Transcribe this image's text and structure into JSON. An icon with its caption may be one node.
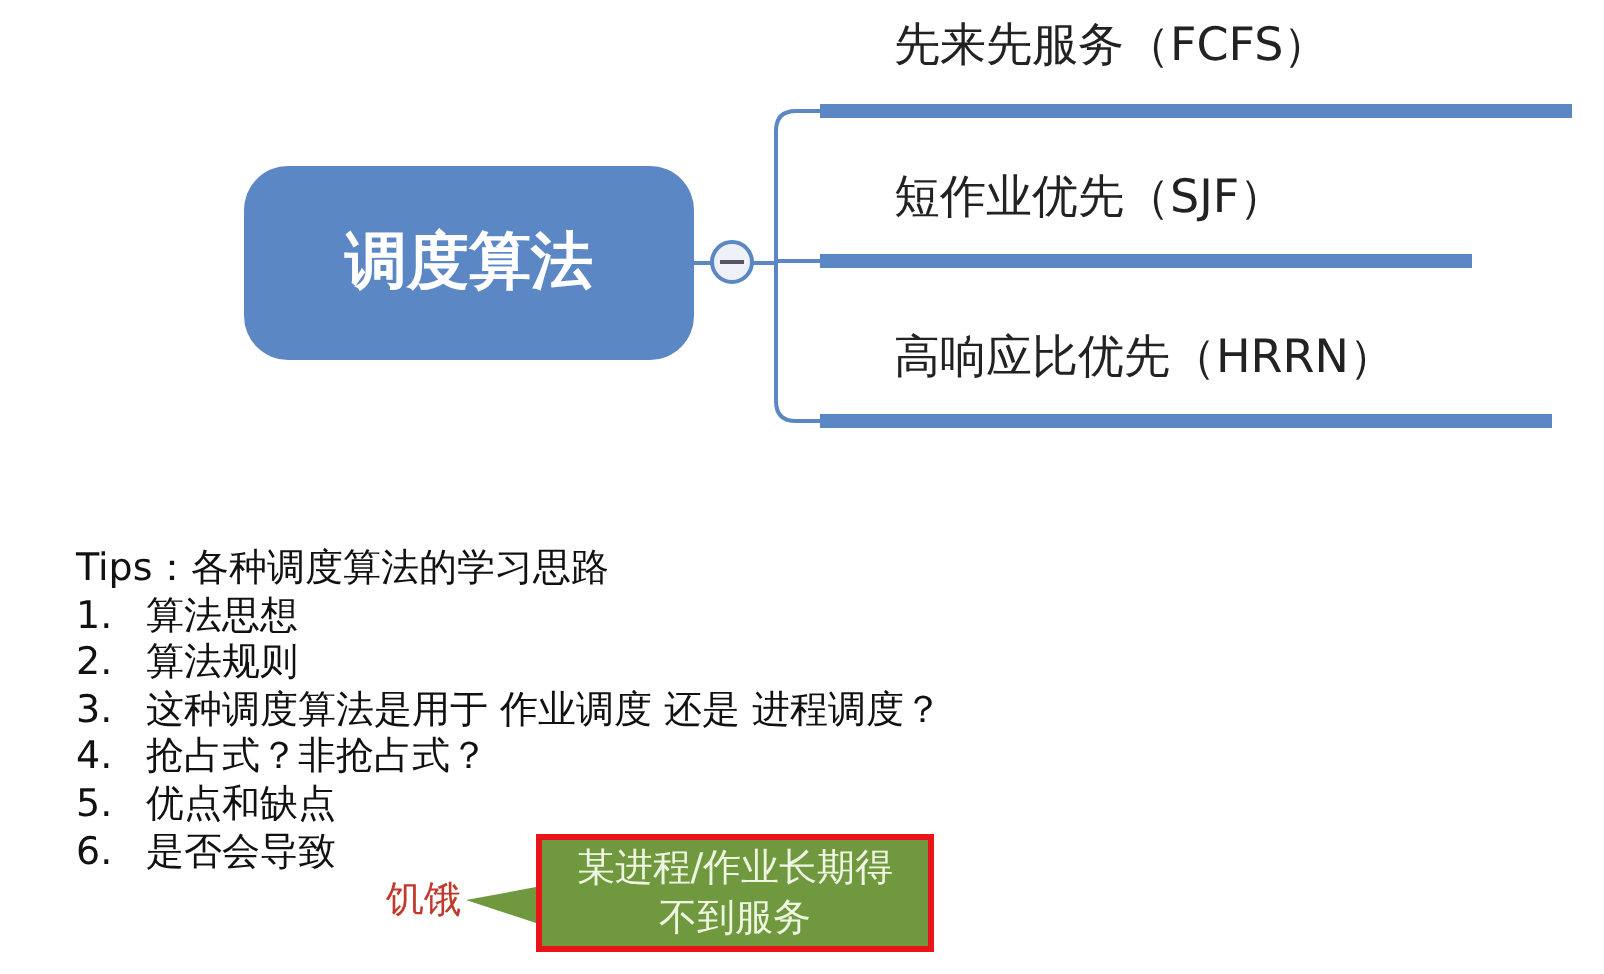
{
  "diagram": {
    "nodes": [
      {
        "text": [
          "调度算法"
        ]
      },
      {
        "text": [
          "先来先服务（FCFS）"
        ]
      },
      {
        "text": [
          "短作业优先（SJF）"
        ]
      },
      {
        "text": [
          "高响应比优先（HRRN）"
        ]
      },
      {
        "text": [
          "饥饿"
        ]
      },
      {
        "text": [
          "某进程/作业长期得不到服务"
        ]
      }
    ],
    "edges": [
      {
        "from": 0,
        "to": 1,
        "arrow": "none"
      },
      {
        "from": 0,
        "to": 2,
        "arrow": "none"
      },
      {
        "from": 0,
        "to": 3,
        "arrow": "none"
      },
      {
        "from": 5,
        "to": 4,
        "arrow": "none"
      }
    ],
    "labels": [
      "Tips：各种调度算法的学习思路",
      "1.",
      "算法思想",
      "2.",
      "算法规则",
      "3.",
      "这种调度算法是用于 作业调度 还是 进程调度？",
      "4.",
      "抢占式？非抢占式？",
      "5.",
      "优点和缺点",
      "6.",
      "是否会导致"
    ]
  }
}
